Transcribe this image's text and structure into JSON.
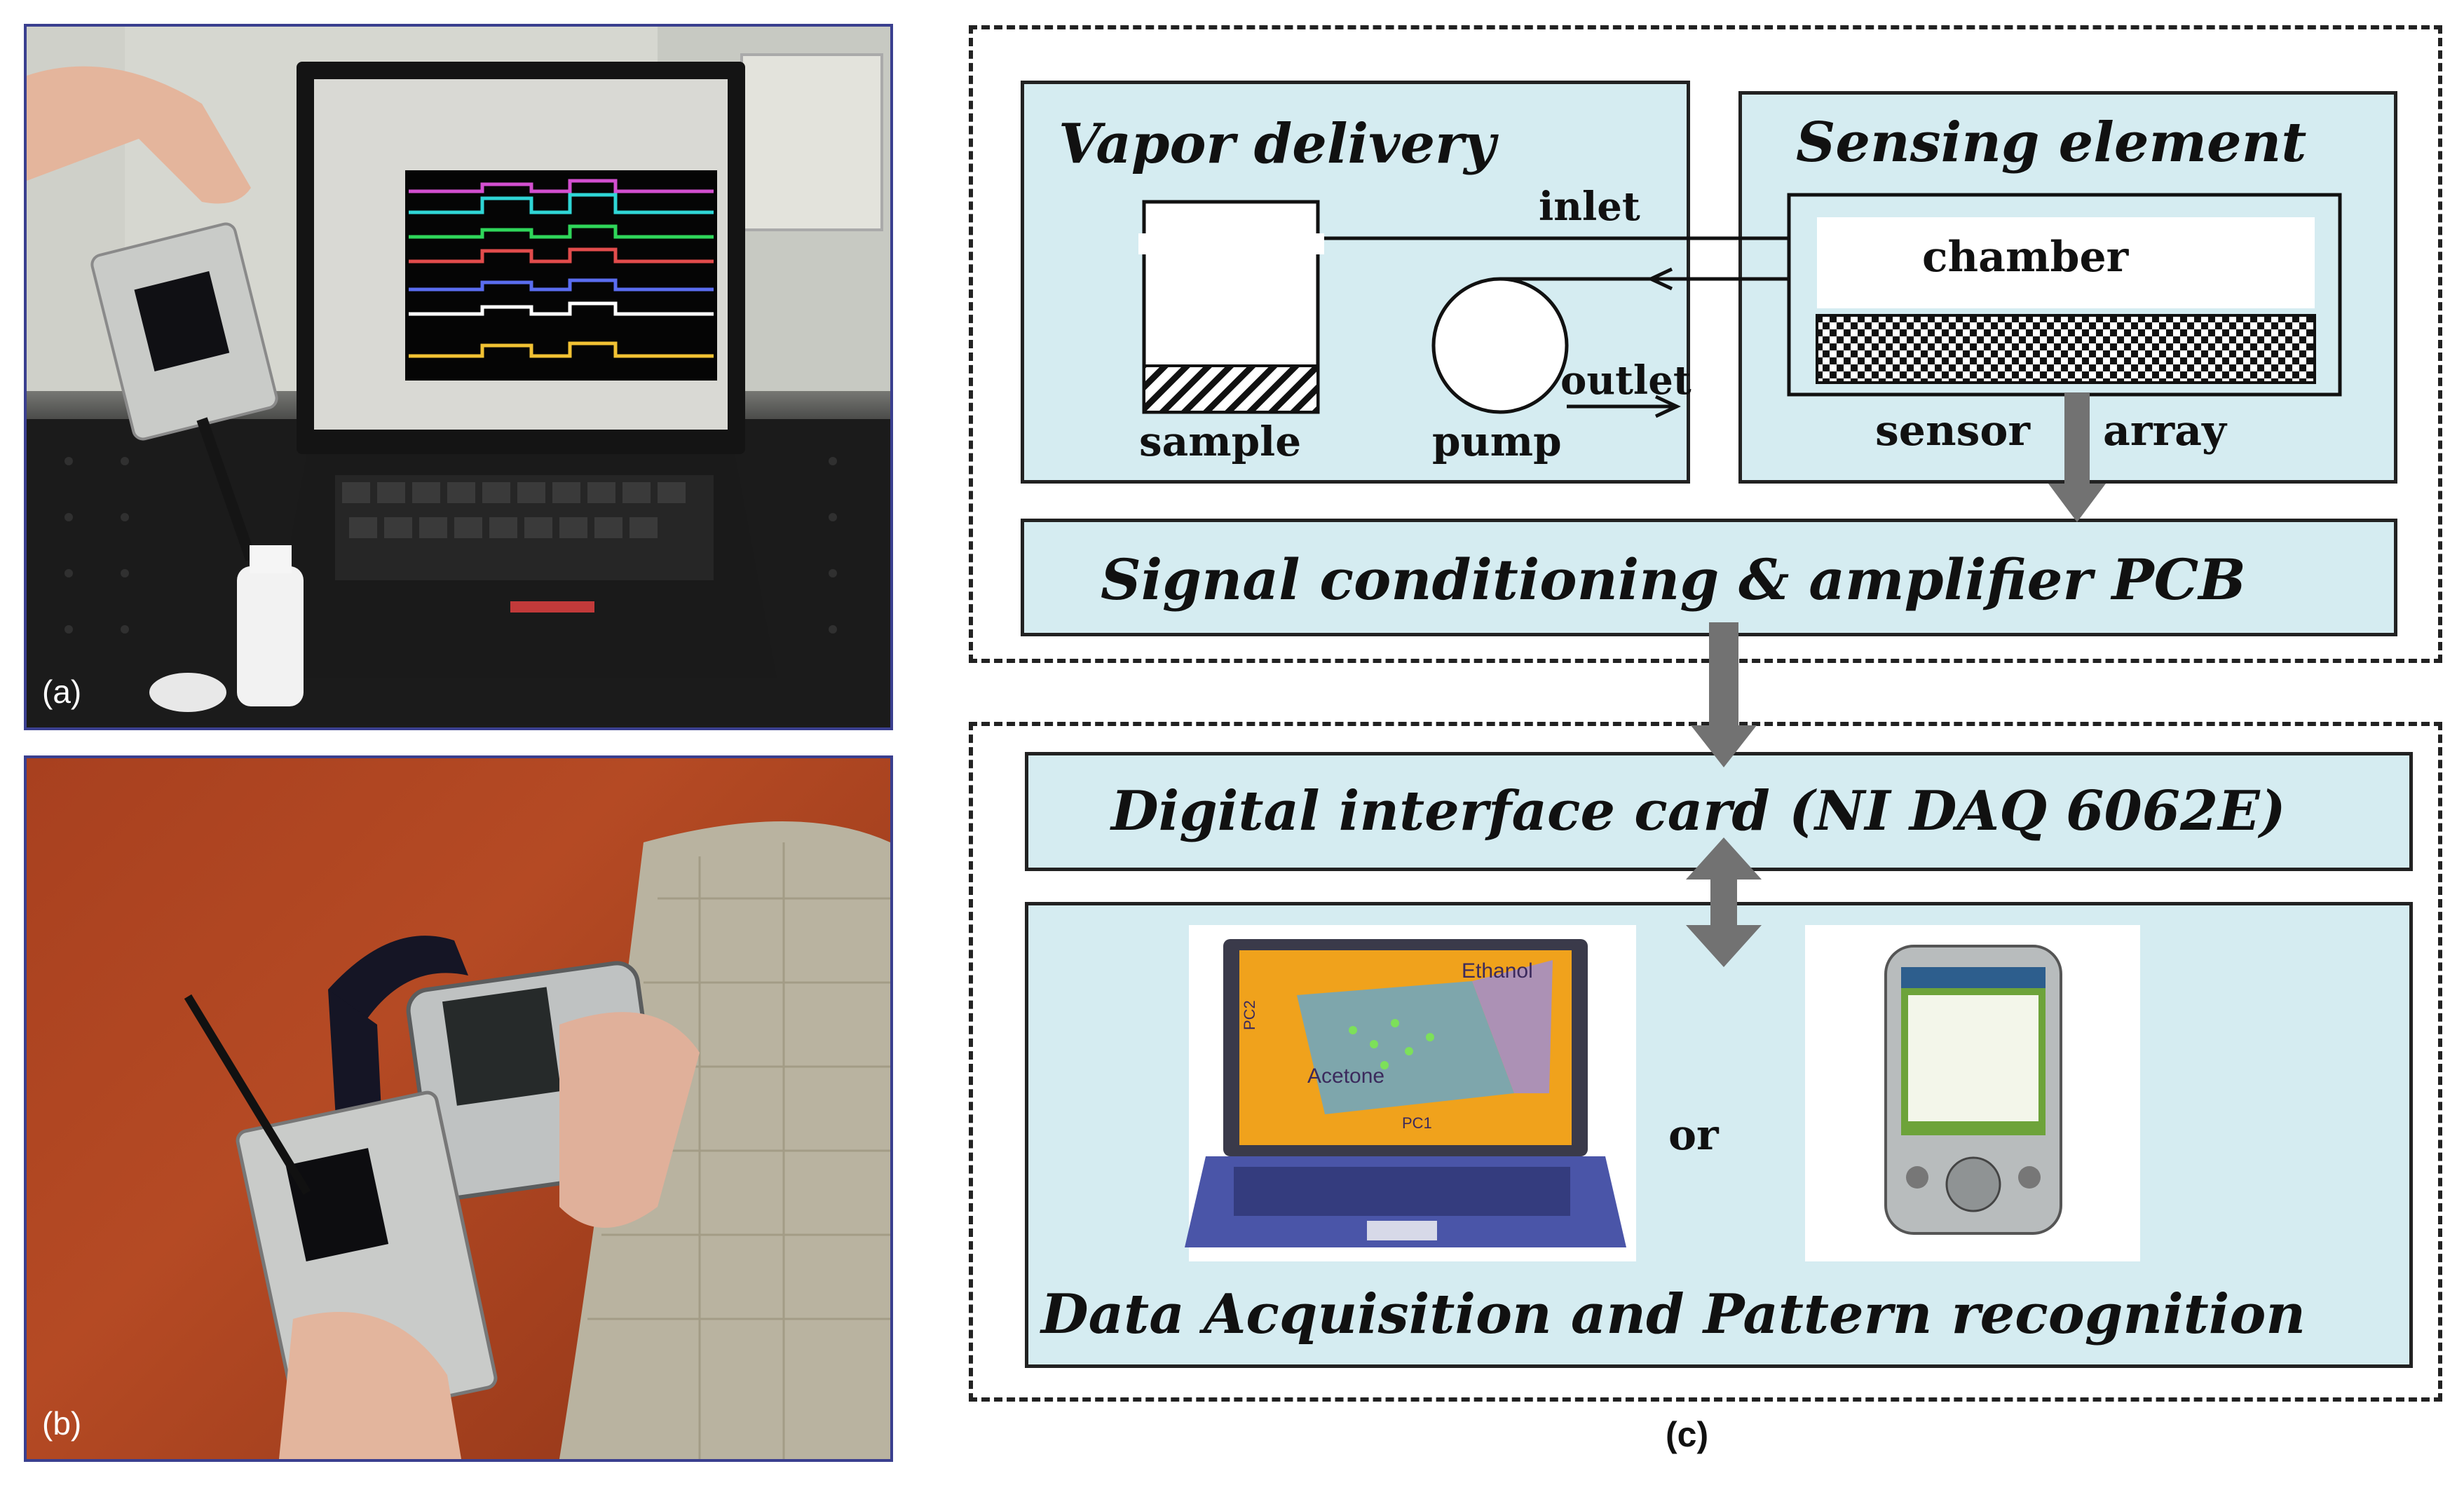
{
  "panels": {
    "a_label": "(a)",
    "b_label": "(b)",
    "c_label": "(c)"
  },
  "diagram": {
    "vapor_delivery": {
      "title": "Vapor delivery",
      "inlet": "inlet",
      "outlet": "outlet",
      "sample": "sample",
      "pump": "pump"
    },
    "sensing_element": {
      "title": "Sensing element",
      "chamber": "chamber",
      "sensor": "sensor",
      "array": "array"
    },
    "signal_conditioning": "Signal conditioning & amplifier PCB",
    "digital_interface": "Digital interface card (NI DAQ 6062E)",
    "data_acquisition": "Data Acquisition and Pattern recognition",
    "or_text": "or",
    "laptop_screen": {
      "ethanol": "Ethanol",
      "acetone": "Acetone",
      "pc1": "PC1",
      "pc2": "PC2"
    }
  },
  "colors": {
    "box_fill": "#d5ecf1",
    "arrow": "#6f6f6f",
    "photo_border": "#3a3f8f"
  }
}
